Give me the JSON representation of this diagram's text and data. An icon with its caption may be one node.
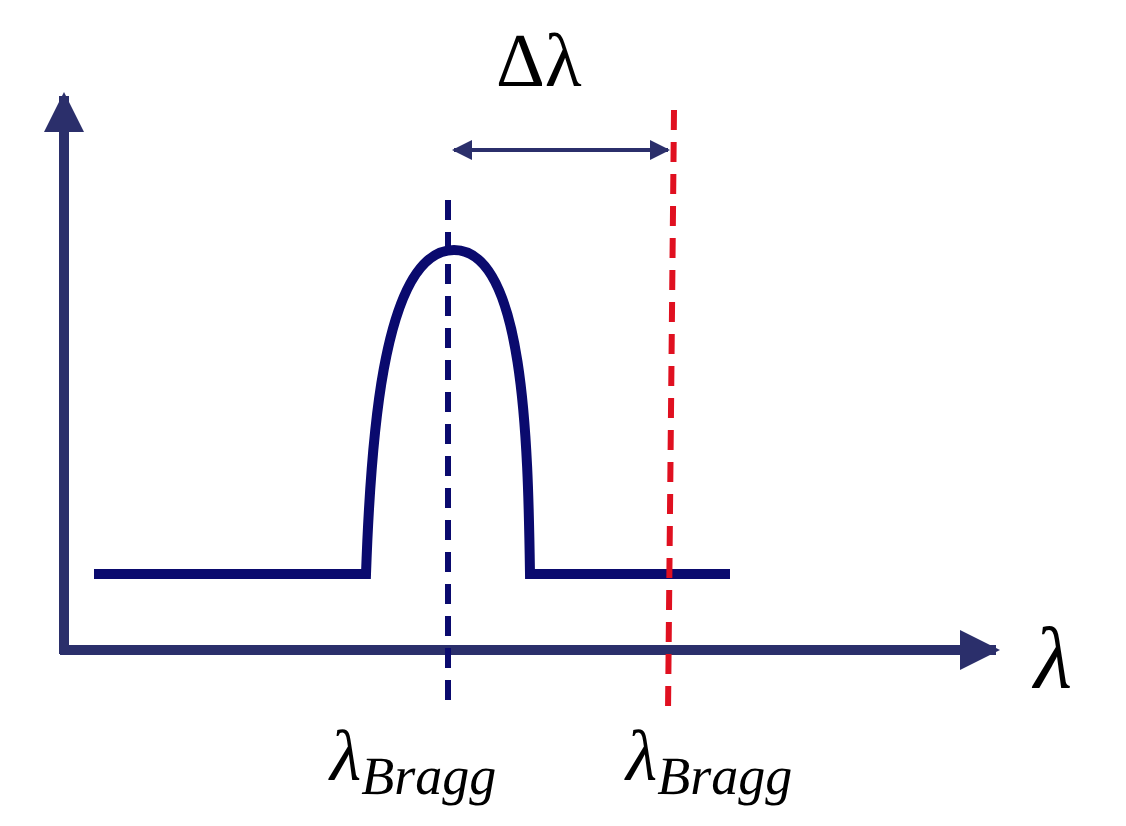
{
  "diagram": {
    "labels": [
      "Δλ",
      "λ",
      "λ$_{Bragg}$",
      "λ$_{Bragg}$"
    ]
  }
}
